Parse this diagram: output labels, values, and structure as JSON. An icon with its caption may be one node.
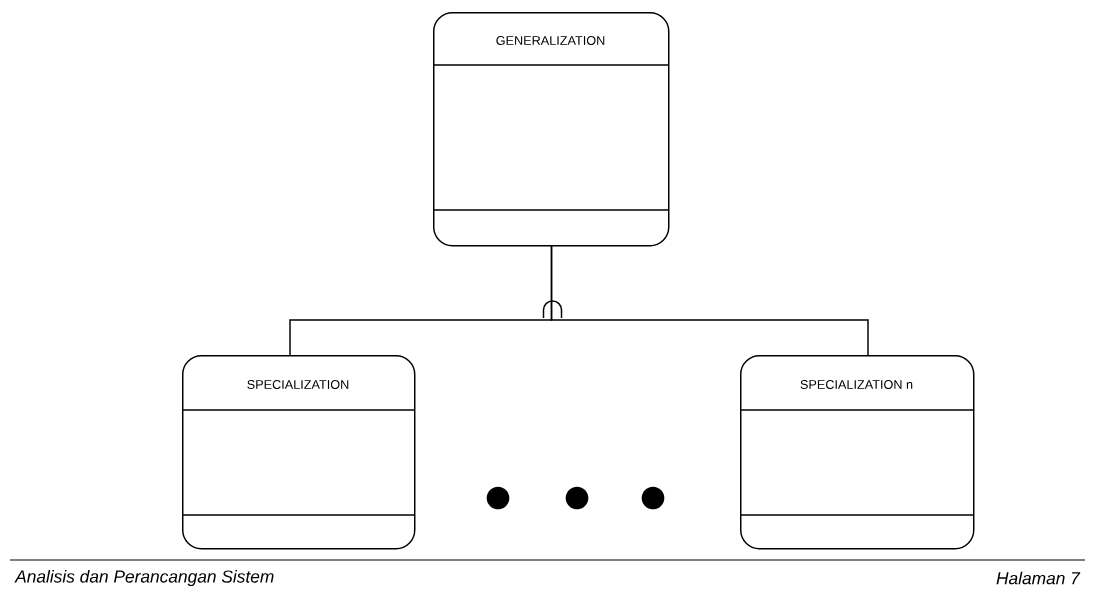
{
  "diagram": {
    "nodes": [
      {
        "text": [
          "GENERALIZATION"
        ]
      },
      {
        "text": [
          "SPECIALIZATION"
        ]
      },
      {
        "text": [
          "SPECIALIZATION n"
        ]
      }
    ],
    "edges": [
      {
        "from": 0,
        "to": 1,
        "arrow": "none"
      },
      {
        "from": 0,
        "to": 2,
        "arrow": "none"
      }
    ],
    "labels": [
      "Analisis dan Perancangan Sistem",
      "Halaman 7"
    ]
  }
}
